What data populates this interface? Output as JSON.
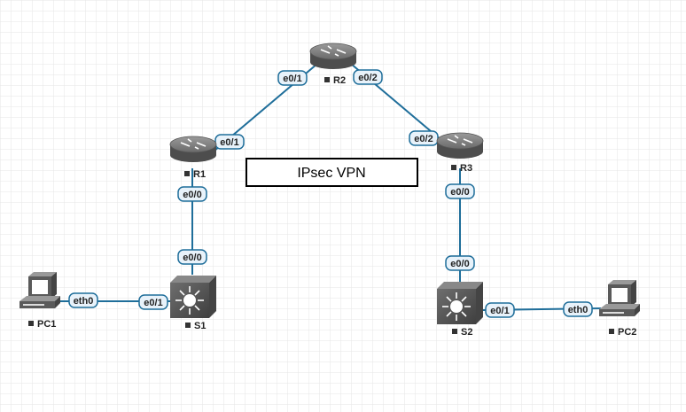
{
  "colors": {
    "grid": "#e6e6e6",
    "link": "#1f6e9a",
    "port_bg": "#e8f2fa",
    "port_border": "#1f6e9a",
    "device_dark": "#4d4d4d",
    "device_light": "#7a7a7a",
    "label_square": "#333333"
  },
  "devices": {
    "r1": {
      "label": "R1",
      "icon": "router-icon"
    },
    "r2": {
      "label": "R2",
      "icon": "router-icon"
    },
    "r3": {
      "label": "R3",
      "icon": "router-icon"
    },
    "s1": {
      "label": "S1",
      "icon": "switch-icon"
    },
    "s2": {
      "label": "S2",
      "icon": "switch-icon"
    },
    "pc1": {
      "label": "PC1",
      "icon": "pc-icon"
    },
    "pc2": {
      "label": "PC2",
      "icon": "pc-icon"
    }
  },
  "links": {
    "r1_r2": {
      "a_port": "e0/1",
      "b_port": "e0/1"
    },
    "r2_r3": {
      "a_port": "e0/2",
      "b_port": "e0/2"
    },
    "r1_s1": {
      "a_port": "e0/0",
      "b_port": "e0/0"
    },
    "r3_s2": {
      "a_port": "e0/0",
      "b_port": "e0/0"
    },
    "pc1_s1": {
      "a_port": "eth0",
      "b_port": "e0/1"
    },
    "s2_pc2": {
      "a_port": "e0/1",
      "b_port": "eth0"
    }
  },
  "annotation": {
    "text": "IPsec VPN"
  }
}
